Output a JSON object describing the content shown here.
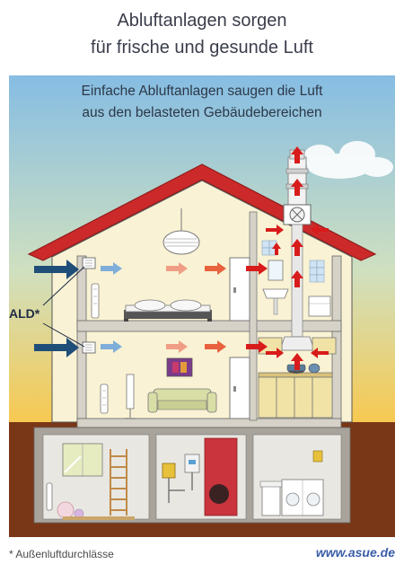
{
  "title": {
    "line1": "Abluftanlagen sorgen",
    "line2": "für frische und gesunde Luft"
  },
  "subtitle": {
    "line1": "Einfache Abluftanlagen saugen die Luft",
    "line2": "aus den belasteten Gebäudebereichen"
  },
  "ald_label": "ALD*",
  "footnote": "*  Außenluftdurchlässe",
  "website": "www.asue.de",
  "colors": {
    "sky_top": "#86bde3",
    "sky_bottom": "#f9c84c",
    "roof": "#cc2a2a",
    "wall": "#f9f2d4",
    "ground": "#7a3717",
    "basement": "#e9e7e1",
    "intake_arrow": "#1f4e78",
    "light_arrow": "#7eaed9",
    "salmon_arrow": "#ef9e85",
    "orange_arrow": "#e8623e",
    "red_arrow": "#d81b1b"
  },
  "icons": [
    "ventilation-fan-icon",
    "lamp-icon",
    "bed-icon",
    "sofa-icon",
    "stove-icon",
    "boiler-icon",
    "washing-machine-icon",
    "sink-icon",
    "bathtub-icon",
    "ladder-icon"
  ]
}
